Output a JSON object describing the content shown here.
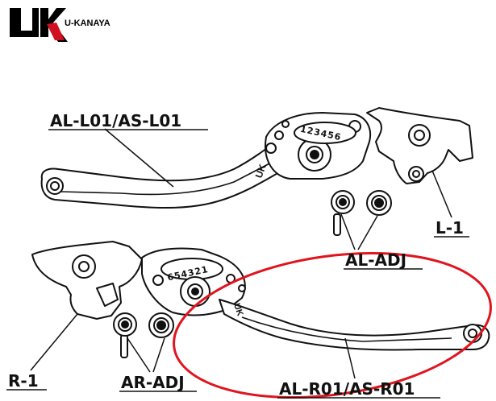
{
  "brand": {
    "logo_text": "UK",
    "name": "U-KANAYA"
  },
  "labels": {
    "left_lever": "AL-L01/AS-L01",
    "left_bracket": "L-1",
    "left_adjuster": "AL-ADJ",
    "right_bracket": "R-1",
    "right_adjuster": "AR-ADJ",
    "right_lever": "AL-R01/AS-R01"
  },
  "dials": {
    "left_dial": "123456",
    "right_dial": "654321"
  },
  "colors": {
    "ink": "#111111",
    "highlight": "#e0141e",
    "logo_red": "#d01020"
  }
}
